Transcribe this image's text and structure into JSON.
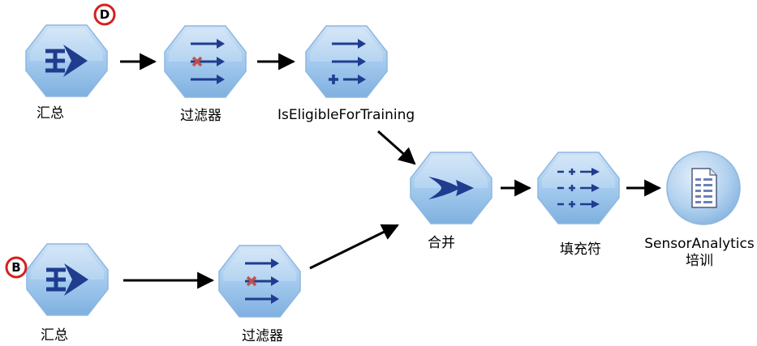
{
  "canvas": {
    "nodes": [
      {
        "id": "agg1",
        "label": "汇总",
        "icon": "aggregate-icon",
        "badge": "D"
      },
      {
        "id": "filter1",
        "label": "过滤器",
        "icon": "filter-icon"
      },
      {
        "id": "derive",
        "label": "IsEligibleForTraining",
        "icon": "derive-icon"
      },
      {
        "id": "agg2",
        "label": "汇总",
        "icon": "aggregate-icon",
        "badge": "B"
      },
      {
        "id": "filter2",
        "label": "过滤器",
        "icon": "filter-icon"
      },
      {
        "id": "merge",
        "label": "合并",
        "icon": "merge-icon"
      },
      {
        "id": "filler",
        "label": "填充符",
        "icon": "filler-icon"
      },
      {
        "id": "table",
        "label_line1": "SensorAnalytics",
        "label_line2": "培训",
        "icon": "table-icon"
      }
    ],
    "badge_color": "#d42020",
    "node_fill": "#9fc6ec",
    "node_border": "#7aa9d6",
    "icon_color": "#1f3c8f",
    "cross_color": "#c0504d"
  }
}
